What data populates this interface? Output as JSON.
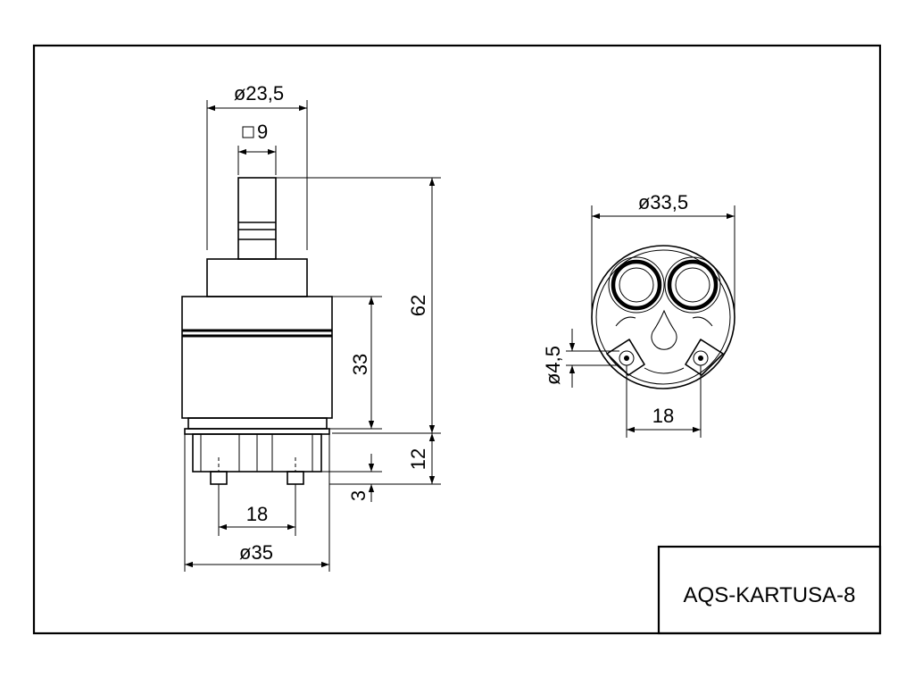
{
  "title_block": {
    "part_code": "AQS-KARTUSA-8"
  },
  "side_view": {
    "stem_diameter": "ø23,5",
    "stem_square": "9",
    "total_height": "62",
    "body_height": "33",
    "base_height": "12",
    "pin_height": "3",
    "pin_spacing": "18",
    "base_diameter": "ø35"
  },
  "bottom_view": {
    "outer_diameter": "ø33,5",
    "pin_diameter": "ø4,5",
    "pin_spacing": "18"
  }
}
